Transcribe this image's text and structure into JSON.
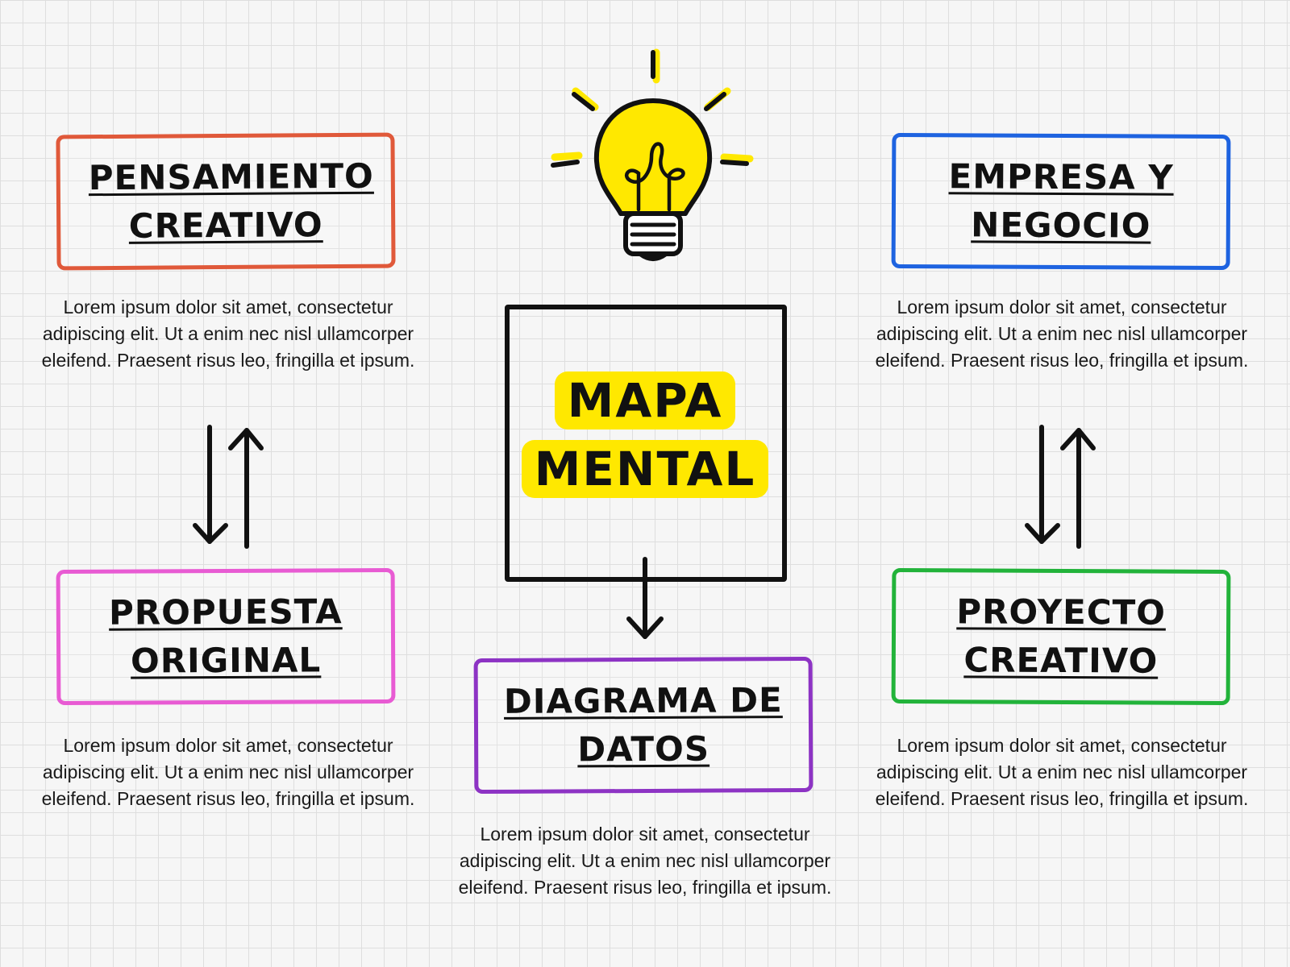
{
  "center": {
    "title_line1": "MAPA",
    "title_line2": "MENTAL",
    "highlight_color": "#ffe800"
  },
  "bulb_icon": "lightbulb-icon",
  "nodes": [
    {
      "title": "PENSAMIENTO CREATIVO",
      "color": "#e0593a",
      "description": "Lorem ipsum dolor sit amet, consectetur adipiscing elit. Ut a enim nec nisl ullamcorper eleifend. Praesent risus leo, fringilla et ipsum."
    },
    {
      "title": "EMPRESA Y NEGOCIO",
      "color": "#1e63e0",
      "description": "Lorem ipsum dolor sit amet, consectetur adipiscing elit. Ut a enim nec nisl ullamcorper eleifend. Praesent risus leo, fringilla et ipsum."
    },
    {
      "title": "PROPUESTA ORIGINAL",
      "color": "#e85bd3",
      "description": "Lorem ipsum dolor sit amet, consectetur adipiscing elit. Ut a enim nec nisl ullamcorper eleifend. Praesent risus leo, fringilla et ipsum."
    },
    {
      "title": "PROYECTO CREATIVO",
      "color": "#22b33a",
      "description": "Lorem ipsum dolor sit amet, consectetur adipiscing elit. Ut a enim nec nisl ullamcorper eleifend. Praesent risus leo, fringilla et ipsum."
    },
    {
      "title": "DIAGRAMA DE DATOS",
      "color": "#8d33c4",
      "description": "Lorem ipsum dolor sit amet, consectetur adipiscing elit. Ut a enim nec nisl ullamcorper eleifend. Praesent risus leo, fringilla et ipsum."
    }
  ],
  "connectors": [
    {
      "type": "double-arrow",
      "from": "PENSAMIENTO CREATIVO",
      "to": "PROPUESTA ORIGINAL"
    },
    {
      "type": "double-arrow",
      "from": "EMPRESA Y NEGOCIO",
      "to": "PROYECTO CREATIVO"
    },
    {
      "type": "arrow",
      "from": "MAPA MENTAL",
      "to": "DIAGRAMA DE DATOS"
    }
  ]
}
